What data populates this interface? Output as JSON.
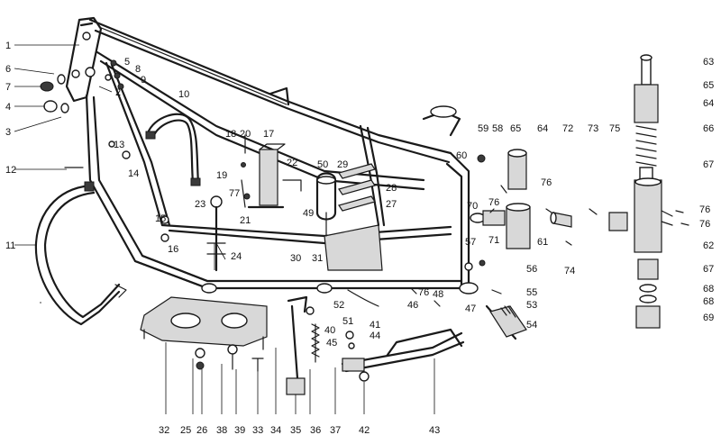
{
  "diagram": {
    "callouts": [
      {
        "id": "c1",
        "text": "1"
      },
      {
        "id": "c2",
        "text": "2"
      },
      {
        "id": "c3",
        "text": "3"
      },
      {
        "id": "c4",
        "text": "4"
      },
      {
        "id": "c5",
        "text": "5"
      },
      {
        "id": "c6",
        "text": "6"
      },
      {
        "id": "c7",
        "text": "7"
      },
      {
        "id": "c8",
        "text": "8"
      },
      {
        "id": "c9",
        "text": "9"
      },
      {
        "id": "c10",
        "text": "10"
      },
      {
        "id": "c11",
        "text": "11"
      },
      {
        "id": "c12",
        "text": "12"
      },
      {
        "id": "c13",
        "text": "13"
      },
      {
        "id": "c14",
        "text": "14"
      },
      {
        "id": "c15",
        "text": "15"
      },
      {
        "id": "c16",
        "text": "16"
      },
      {
        "id": "c17",
        "text": "17"
      },
      {
        "id": "c18",
        "text": "18"
      },
      {
        "id": "c19",
        "text": "19"
      },
      {
        "id": "c20",
        "text": "20"
      },
      {
        "id": "c21",
        "text": "21"
      },
      {
        "id": "c22",
        "text": "22"
      },
      {
        "id": "c23",
        "text": "23"
      },
      {
        "id": "c24",
        "text": "24"
      },
      {
        "id": "c25",
        "text": "25"
      },
      {
        "id": "c26",
        "text": "26"
      },
      {
        "id": "c27",
        "text": "27"
      },
      {
        "id": "c28",
        "text": "28"
      },
      {
        "id": "c29",
        "text": "29"
      },
      {
        "id": "c30",
        "text": "30"
      },
      {
        "id": "c31",
        "text": "31"
      },
      {
        "id": "c32",
        "text": "32"
      },
      {
        "id": "c33",
        "text": "33"
      },
      {
        "id": "c34",
        "text": "34"
      },
      {
        "id": "c35",
        "text": "35"
      },
      {
        "id": "c36",
        "text": "36"
      },
      {
        "id": "c37",
        "text": "37"
      },
      {
        "id": "c38",
        "text": "38"
      },
      {
        "id": "c39",
        "text": "39"
      },
      {
        "id": "c40",
        "text": "40"
      },
      {
        "id": "c41",
        "text": "41"
      },
      {
        "id": "c42",
        "text": "42"
      },
      {
        "id": "c43",
        "text": "43"
      },
      {
        "id": "c44",
        "text": "44"
      },
      {
        "id": "c45",
        "text": "45"
      },
      {
        "id": "c46",
        "text": "46"
      },
      {
        "id": "c47",
        "text": "47"
      },
      {
        "id": "c48",
        "text": "48"
      },
      {
        "id": "c49",
        "text": "49"
      },
      {
        "id": "c50",
        "text": "50"
      },
      {
        "id": "c51",
        "text": "51"
      },
      {
        "id": "c52",
        "text": "52"
      },
      {
        "id": "c53",
        "text": "53"
      },
      {
        "id": "c54",
        "text": "54"
      },
      {
        "id": "c55",
        "text": "55"
      },
      {
        "id": "c56",
        "text": "56"
      },
      {
        "id": "c57",
        "text": "57"
      },
      {
        "id": "c58",
        "text": "58"
      },
      {
        "id": "c59",
        "text": "59"
      },
      {
        "id": "c60",
        "text": "60"
      },
      {
        "id": "c61",
        "text": "61"
      },
      {
        "id": "c62",
        "text": "62"
      },
      {
        "id": "c63",
        "text": "63"
      },
      {
        "id": "c64a",
        "text": "64"
      },
      {
        "id": "c64b",
        "text": "64"
      },
      {
        "id": "c65a",
        "text": "65"
      },
      {
        "id": "c65b",
        "text": "65"
      },
      {
        "id": "c66",
        "text": "66"
      },
      {
        "id": "c67a",
        "text": "67"
      },
      {
        "id": "c67b",
        "text": "67"
      },
      {
        "id": "c68a",
        "text": "68"
      },
      {
        "id": "c68b",
        "text": "68"
      },
      {
        "id": "c69",
        "text": "69"
      },
      {
        "id": "c70",
        "text": "70"
      },
      {
        "id": "c71",
        "text": "71"
      },
      {
        "id": "c72",
        "text": "72"
      },
      {
        "id": "c73",
        "text": "73"
      },
      {
        "id": "c74",
        "text": "74"
      },
      {
        "id": "c75",
        "text": "75"
      },
      {
        "id": "c76a",
        "text": "76"
      },
      {
        "id": "c76b",
        "text": "76"
      },
      {
        "id": "c76c",
        "text": "76"
      },
      {
        "id": "c76d",
        "text": "76"
      },
      {
        "id": "c76e",
        "text": "76"
      },
      {
        "id": "c77",
        "text": "77"
      }
    ]
  }
}
